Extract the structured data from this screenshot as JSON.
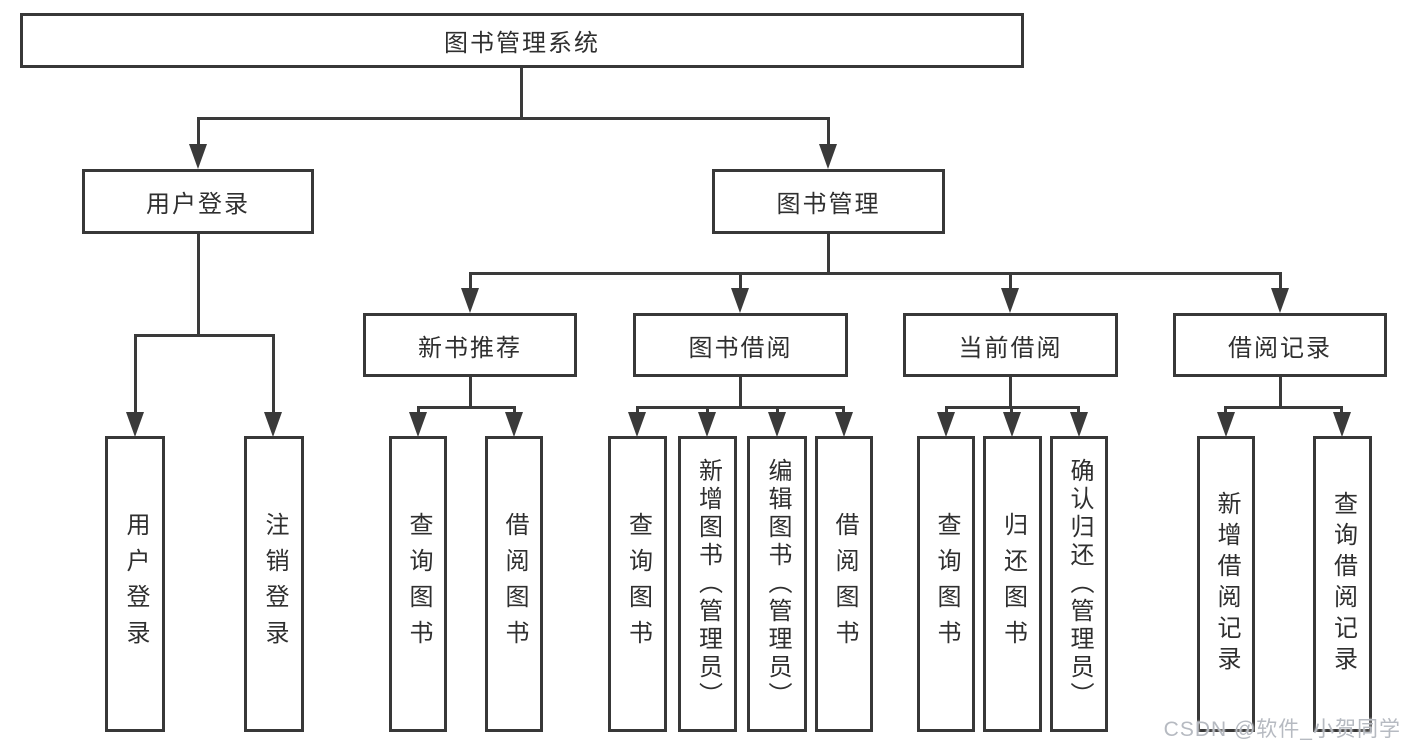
{
  "diagram": {
    "root": {
      "label": "图书管理系统"
    },
    "user_login": {
      "label": "用户登录",
      "children": {
        "login": {
          "label": "用户登录"
        },
        "logout": {
          "label": "注销登录"
        }
      }
    },
    "book_management": {
      "label": "图书管理",
      "children": {
        "new_book_recommend": {
          "label": "新书推荐",
          "children": {
            "query_books": {
              "label": "查询图书"
            },
            "borrow_books": {
              "label": "借阅图书"
            }
          }
        },
        "book_borrowing": {
          "label": "图书借阅",
          "children": {
            "query_books": {
              "label": "查询图书"
            },
            "add_books_admin": {
              "label": "新增图书（管理员）"
            },
            "edit_books_admin": {
              "label": "编辑图书（管理员）"
            },
            "borrow_books": {
              "label": "借阅图书"
            }
          }
        },
        "current_borrowing": {
          "label": "当前借阅",
          "children": {
            "query_books": {
              "label": "查询图书"
            },
            "return_books": {
              "label": "归还图书"
            },
            "confirm_return_admin": {
              "label": "确认归还（管理员）"
            }
          }
        },
        "borrowing_records": {
          "label": "借阅记录",
          "children": {
            "add_record": {
              "label": "新增借阅记录"
            },
            "query_record": {
              "label": "查询借阅记录"
            }
          }
        }
      }
    }
  },
  "watermark": "CSDN @软件_小贺同学",
  "colors": {
    "line": "#3a3a3a",
    "box_border": "#383838",
    "text": "#2f2f2f",
    "watermark": "#b6bac1",
    "background": "#ffffff"
  }
}
